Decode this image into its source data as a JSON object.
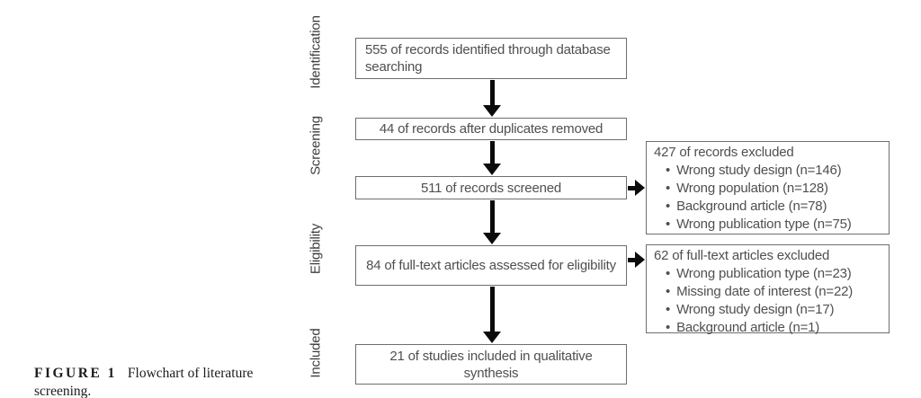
{
  "figure": {
    "caption_label": "FIGURE 1",
    "caption_body": "Flowchart of literature screening."
  },
  "stages": [
    "Identification",
    "Screening",
    "Eligibility",
    "Included"
  ],
  "bullet": "•",
  "flow_boxes": [
    {
      "text": "555 of records identified through database searching"
    },
    {
      "text": "44 of records after duplicates removed"
    },
    {
      "text": "511 of records screened"
    },
    {
      "text": "84 of full-text articles assessed for eligibility"
    },
    {
      "text": "21 of studies included in qualitative synthesis"
    }
  ],
  "exclusion_boxes": [
    {
      "title": "427 of records excluded",
      "items": [
        "Wrong study design (n=146)",
        "Wrong population (n=128)",
        "Background article (n=78)",
        "Wrong publication type (n=75)"
      ]
    },
    {
      "title": "62 of full-text articles excluded",
      "items": [
        "Wrong publication type (n=23)",
        "Missing date of interest (n=22)",
        "Wrong study design (n=17)",
        "Background article (n=1)"
      ]
    }
  ],
  "colors": {
    "background": "#ffffff",
    "box_border": "#6e6e6e",
    "box_text": "#4f4f4f",
    "stage_text": "#3d3d3d",
    "arrow": "#0b0b0b",
    "caption_text": "#1b1b1b"
  }
}
